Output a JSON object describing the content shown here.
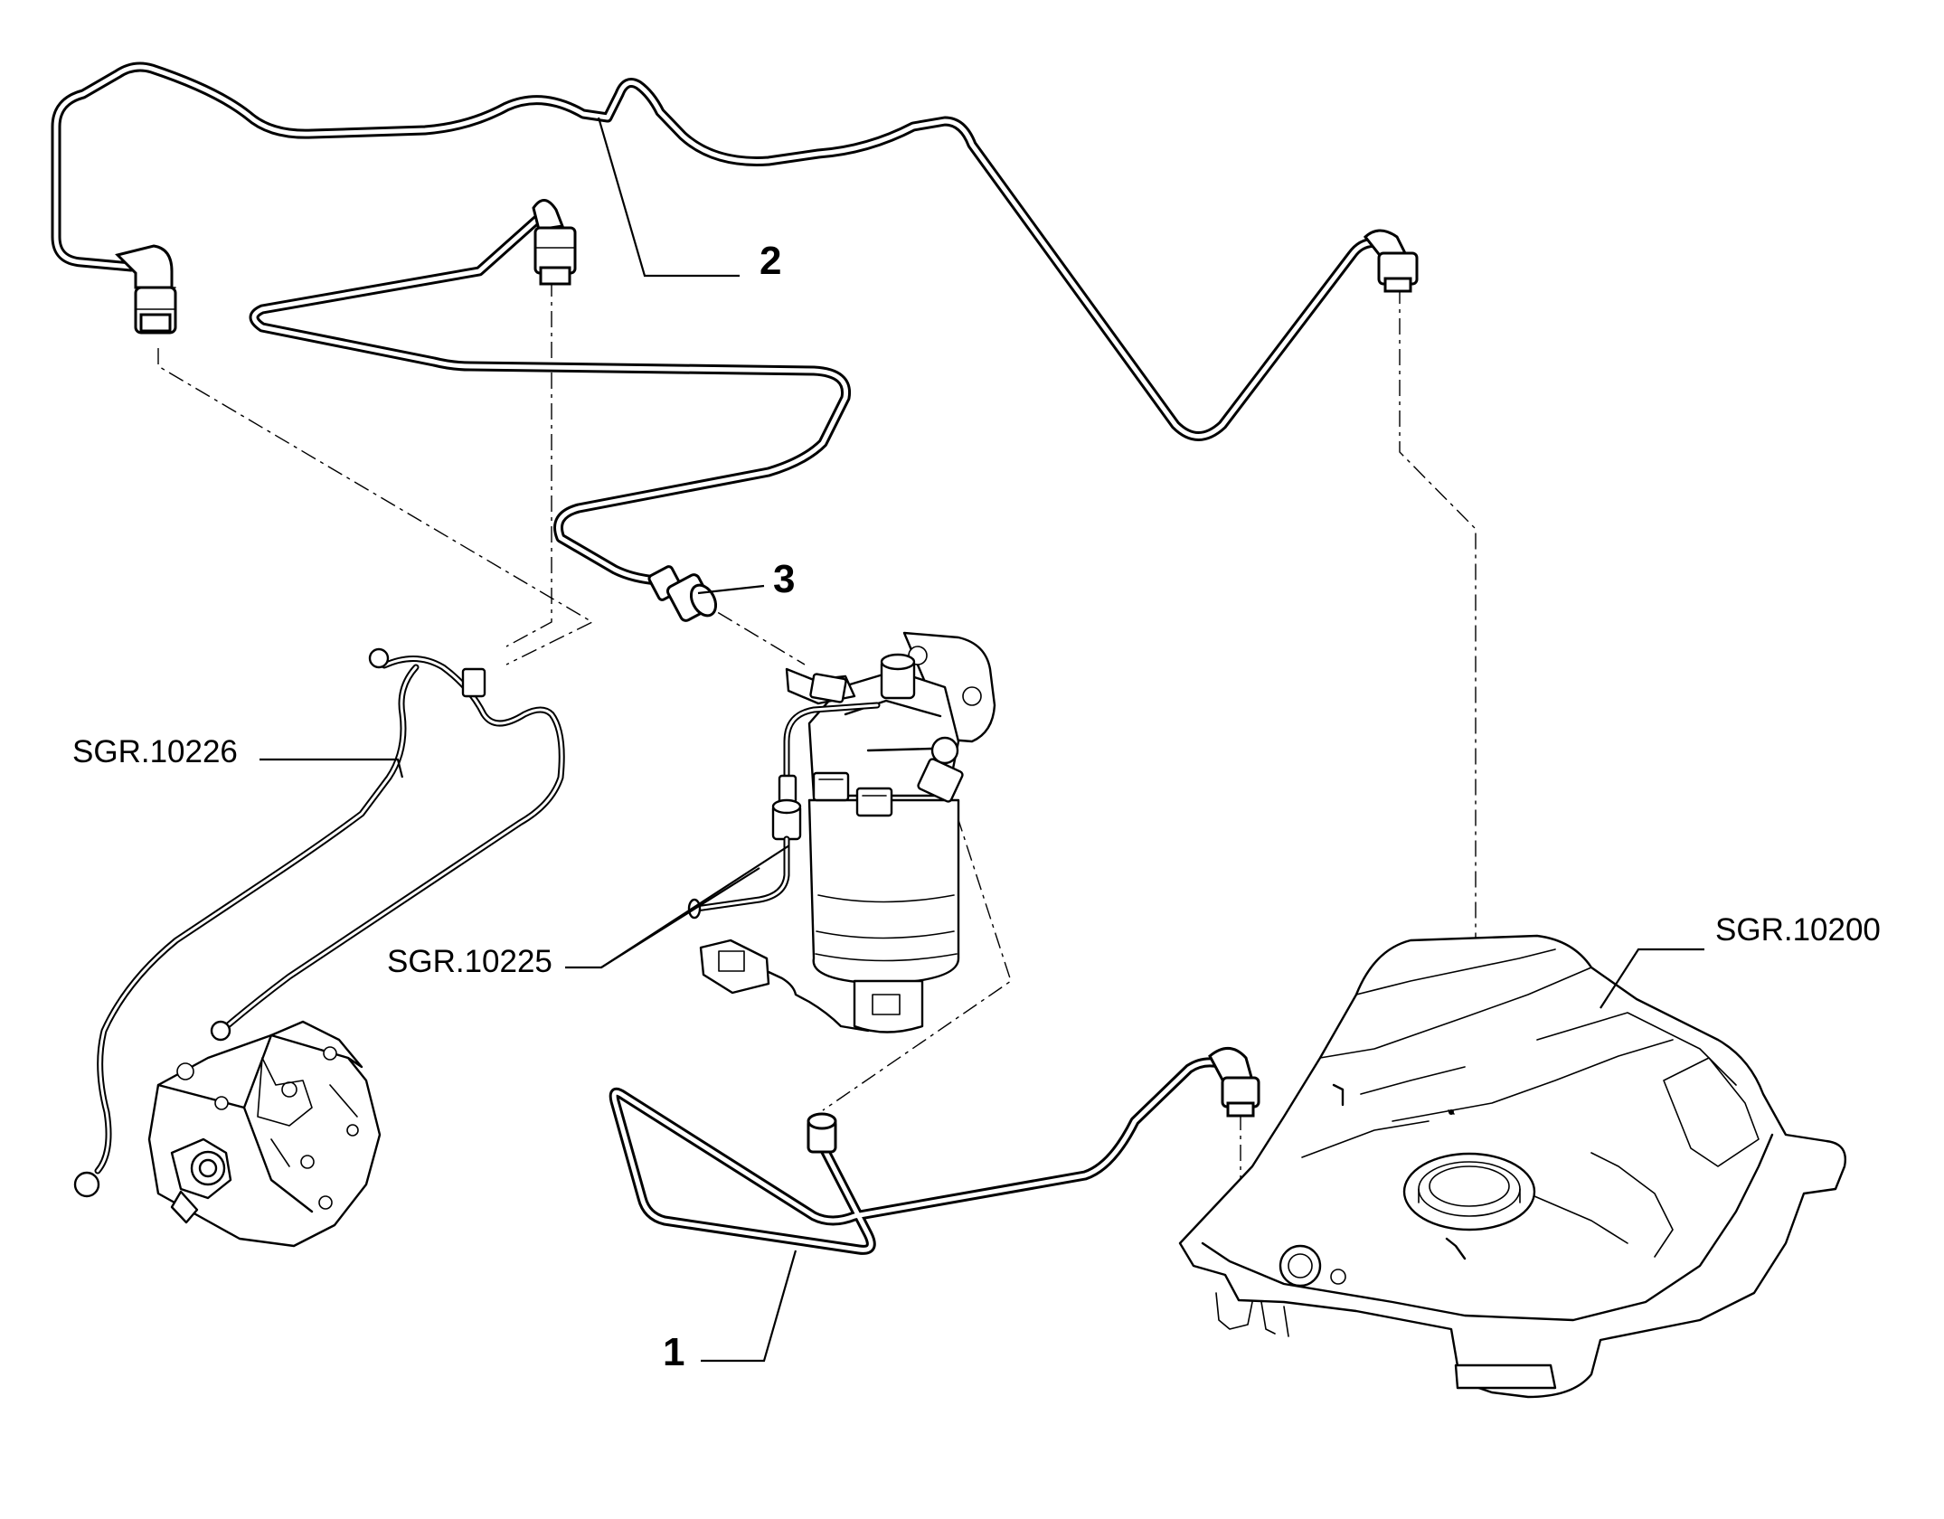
{
  "callouts": {
    "item_1": "1",
    "item_2": "2",
    "item_3": "3"
  },
  "references": {
    "high_pressure_pump": "SGR.10226",
    "fuel_filter": "SGR.10225",
    "fuel_tank": "SGR.10200"
  },
  "colors": {
    "line": "#000000",
    "background": "#ffffff"
  }
}
